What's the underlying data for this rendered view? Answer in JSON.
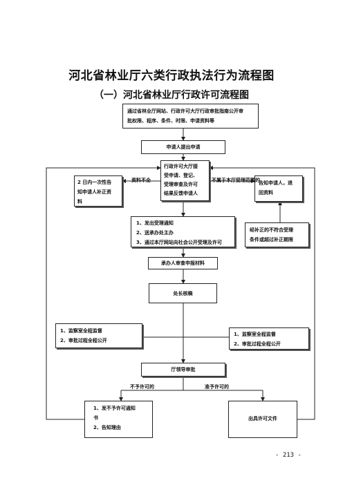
{
  "title": "河北省林业厅六类行政执法行为流程图",
  "subtitle": "（一）河北省林业厅行政许可流程图",
  "nodes": {
    "publish": [
      "通过省林业厅网站、行政许可大厅行政审批指南公开审",
      "批权限、程序、条件、时限、申请资料等"
    ],
    "apply": "申请人提出申请",
    "hall": [
      "行政许可大厅接",
      "受申请、登记、",
      "受理审查及许可",
      "结果反馈申请人"
    ],
    "supplement": [
      "2 日内一次性告",
      "知申请人补正资",
      "料"
    ],
    "reject_notify": [
      "告知申请人，退",
      "回资料"
    ],
    "accept": [
      "1、发出受理通知",
      "2、送承办处主办",
      "3、通过本厅网站向社会公开受理及许可"
    ],
    "overdue": [
      "经补正的不符合受理",
      "条件或超过补正期限"
    ],
    "review": "承办人审查申报材料",
    "chief": "处长核稿",
    "supervise_left": [
      "1、监察室全程监督",
      "2、审批过程全程公开"
    ],
    "supervise_right": [
      "1、监察室全程监督",
      "2、审批过程全程公开"
    ],
    "leader": "厅领导审批",
    "deny": [
      "1、发不予许可通知",
      "书",
      "2、告知理由"
    ],
    "issue": "出具许可文件"
  },
  "labels": {
    "incomplete": "资料不全",
    "out_of_scope": "不属于本厅受理范围的",
    "not_approved": "不予许可的",
    "approved": "准予许可的"
  },
  "page_number": "- 213 -"
}
